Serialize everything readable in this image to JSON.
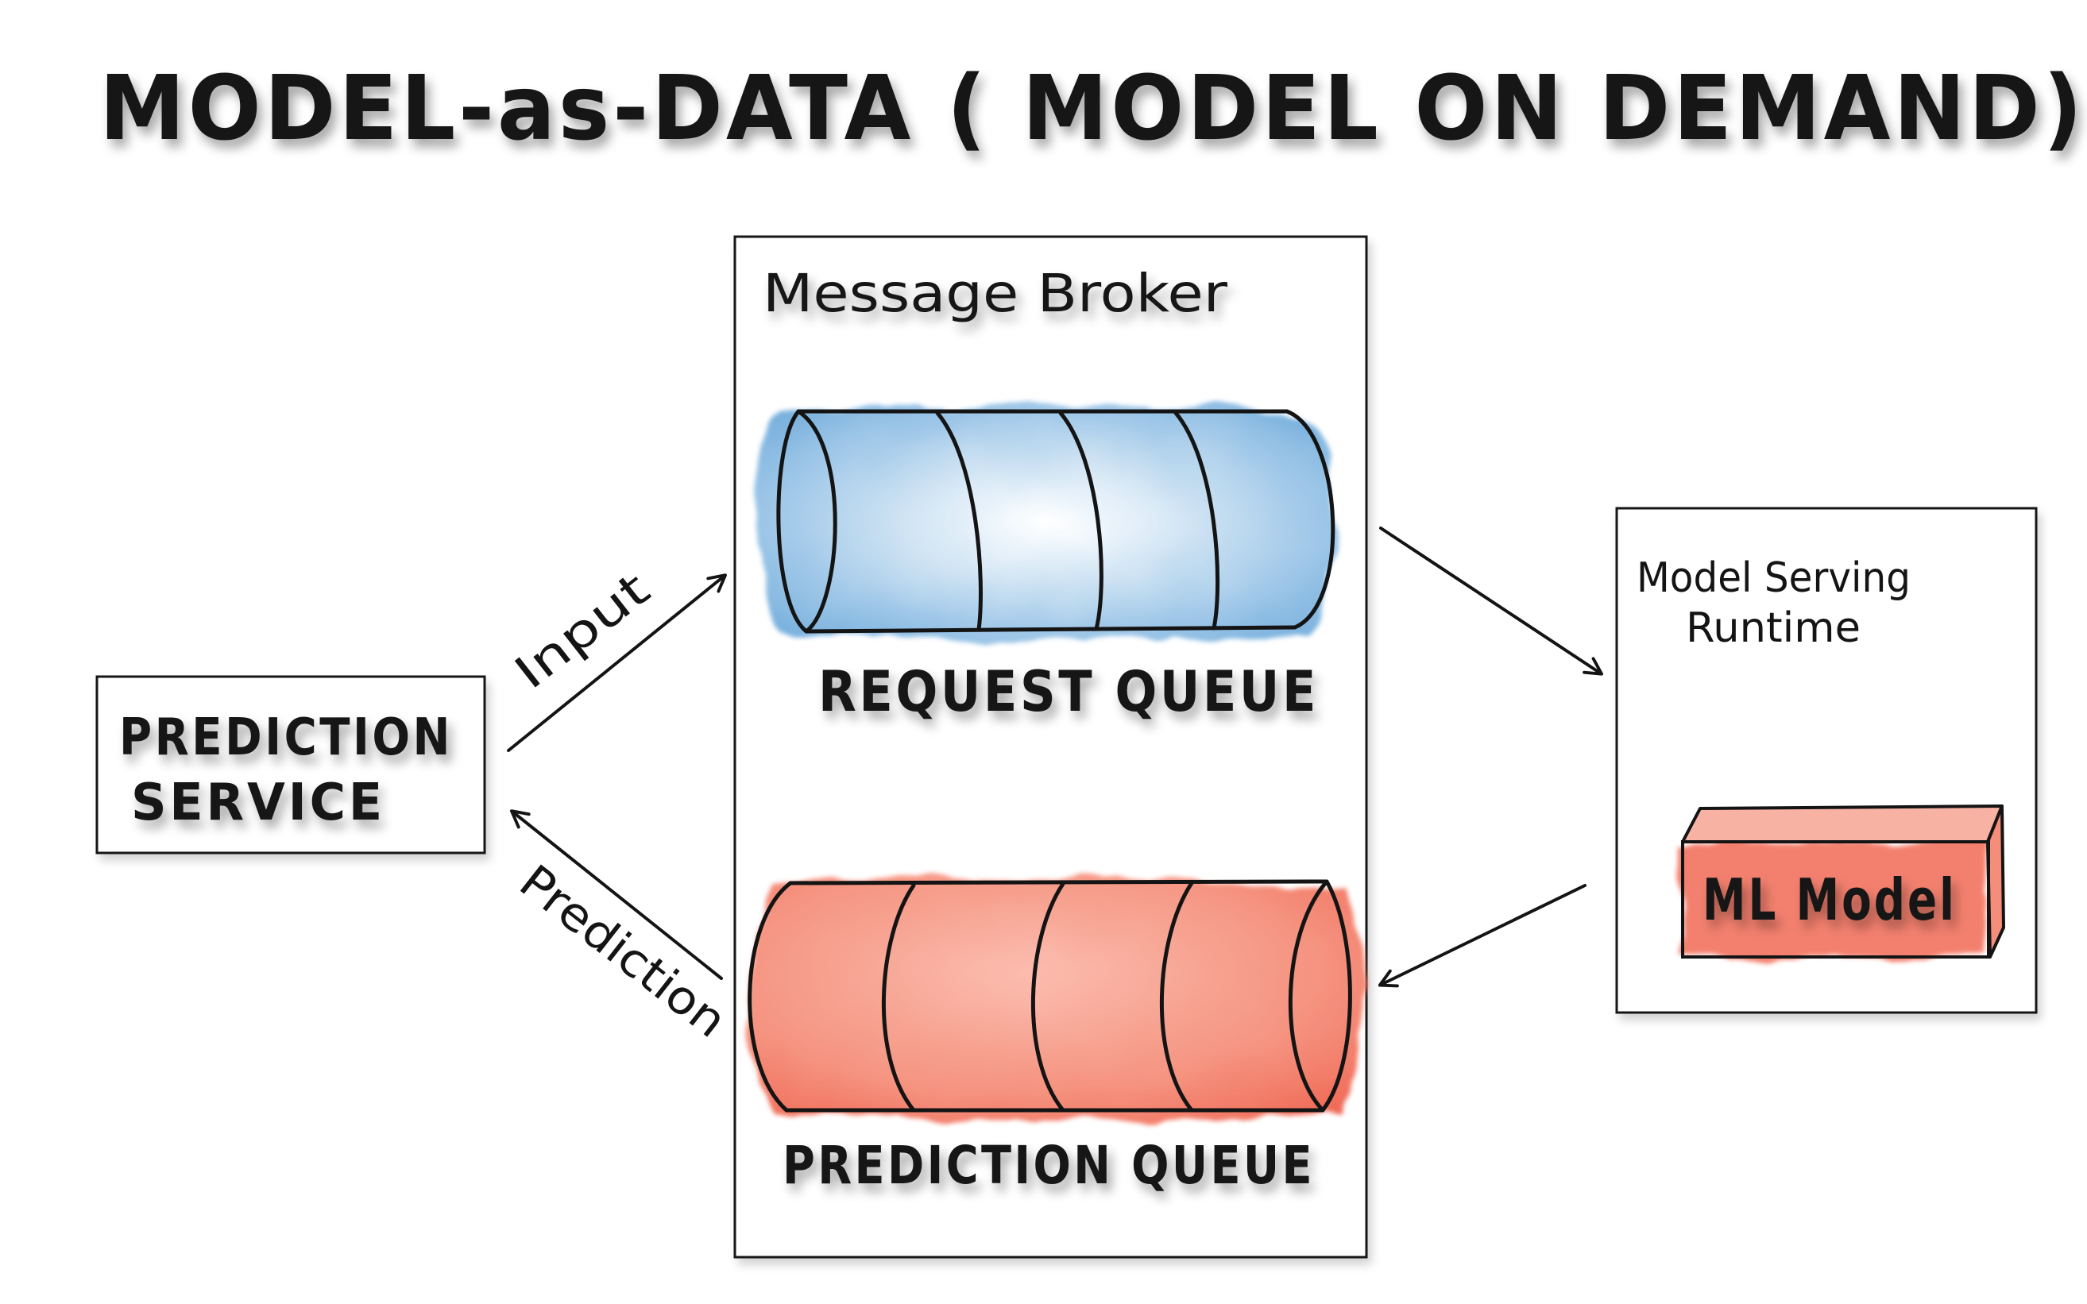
{
  "title": "MODEL-as-DATA ( MODEL ON DEMAND)",
  "prediction_service": {
    "line1": "PREDICTION",
    "line2": "SERVICE"
  },
  "message_broker": {
    "label": "Message Broker"
  },
  "request_queue": {
    "label": "REQUEST QUEUE",
    "color": "#5b9fd6"
  },
  "prediction_queue": {
    "label": "PREDICTION QUEUE",
    "color": "#f06a55"
  },
  "runtime": {
    "line1": "Model Serving",
    "line2": "Runtime"
  },
  "ml_model": {
    "label": "ML Model",
    "color": "#f26a55"
  },
  "arrows": {
    "input_label": "Input",
    "prediction_label": "Prediction"
  },
  "colors": {
    "ink": "#141414",
    "blue_wash": "#5b9fd6",
    "red_wash": "#f06a55"
  }
}
